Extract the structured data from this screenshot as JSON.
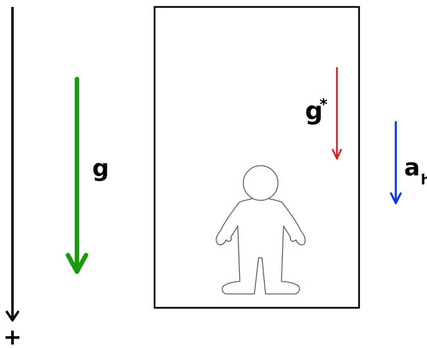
{
  "axis": {
    "sign_label": "+",
    "color": "#000000"
  },
  "gravity": {
    "label": "g",
    "color": "#1a9a0e"
  },
  "apparent_gravity": {
    "label": "g",
    "superscript": "*",
    "color": "#e8151b"
  },
  "acceleration": {
    "label": "a",
    "subscript": "h",
    "color": "#0b33e8"
  },
  "elevator": {
    "border_color": "#000000"
  },
  "person": {
    "outline_color": "#555555"
  }
}
